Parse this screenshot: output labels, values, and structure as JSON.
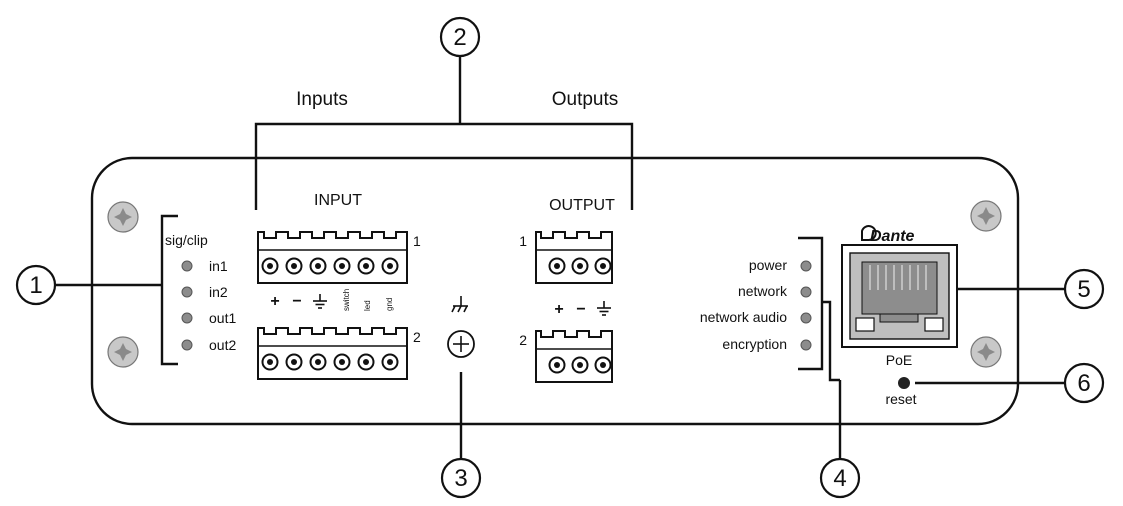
{
  "callouts": [
    "1",
    "2",
    "3",
    "4",
    "5",
    "6"
  ],
  "bracket_labels": {
    "inputs": "Inputs",
    "outputs": "Outputs"
  },
  "panel": {
    "input_header": "INPUT",
    "output_header": "OUTPUT",
    "sig_clip": "sig/clip",
    "sig_leds": [
      "in1",
      "in2",
      "out1",
      "out2"
    ],
    "input_rows": [
      "1",
      "2"
    ],
    "output_rows": [
      "1",
      "2"
    ],
    "input_pins": [
      "+",
      "−",
      "switch",
      "led",
      "gnd"
    ],
    "output_pins": [
      "+",
      "−"
    ],
    "status_leds": [
      "power",
      "network",
      "network audio",
      "encryption"
    ],
    "brand": "Dante",
    "port_label": "PoE",
    "reset_label": "reset"
  }
}
